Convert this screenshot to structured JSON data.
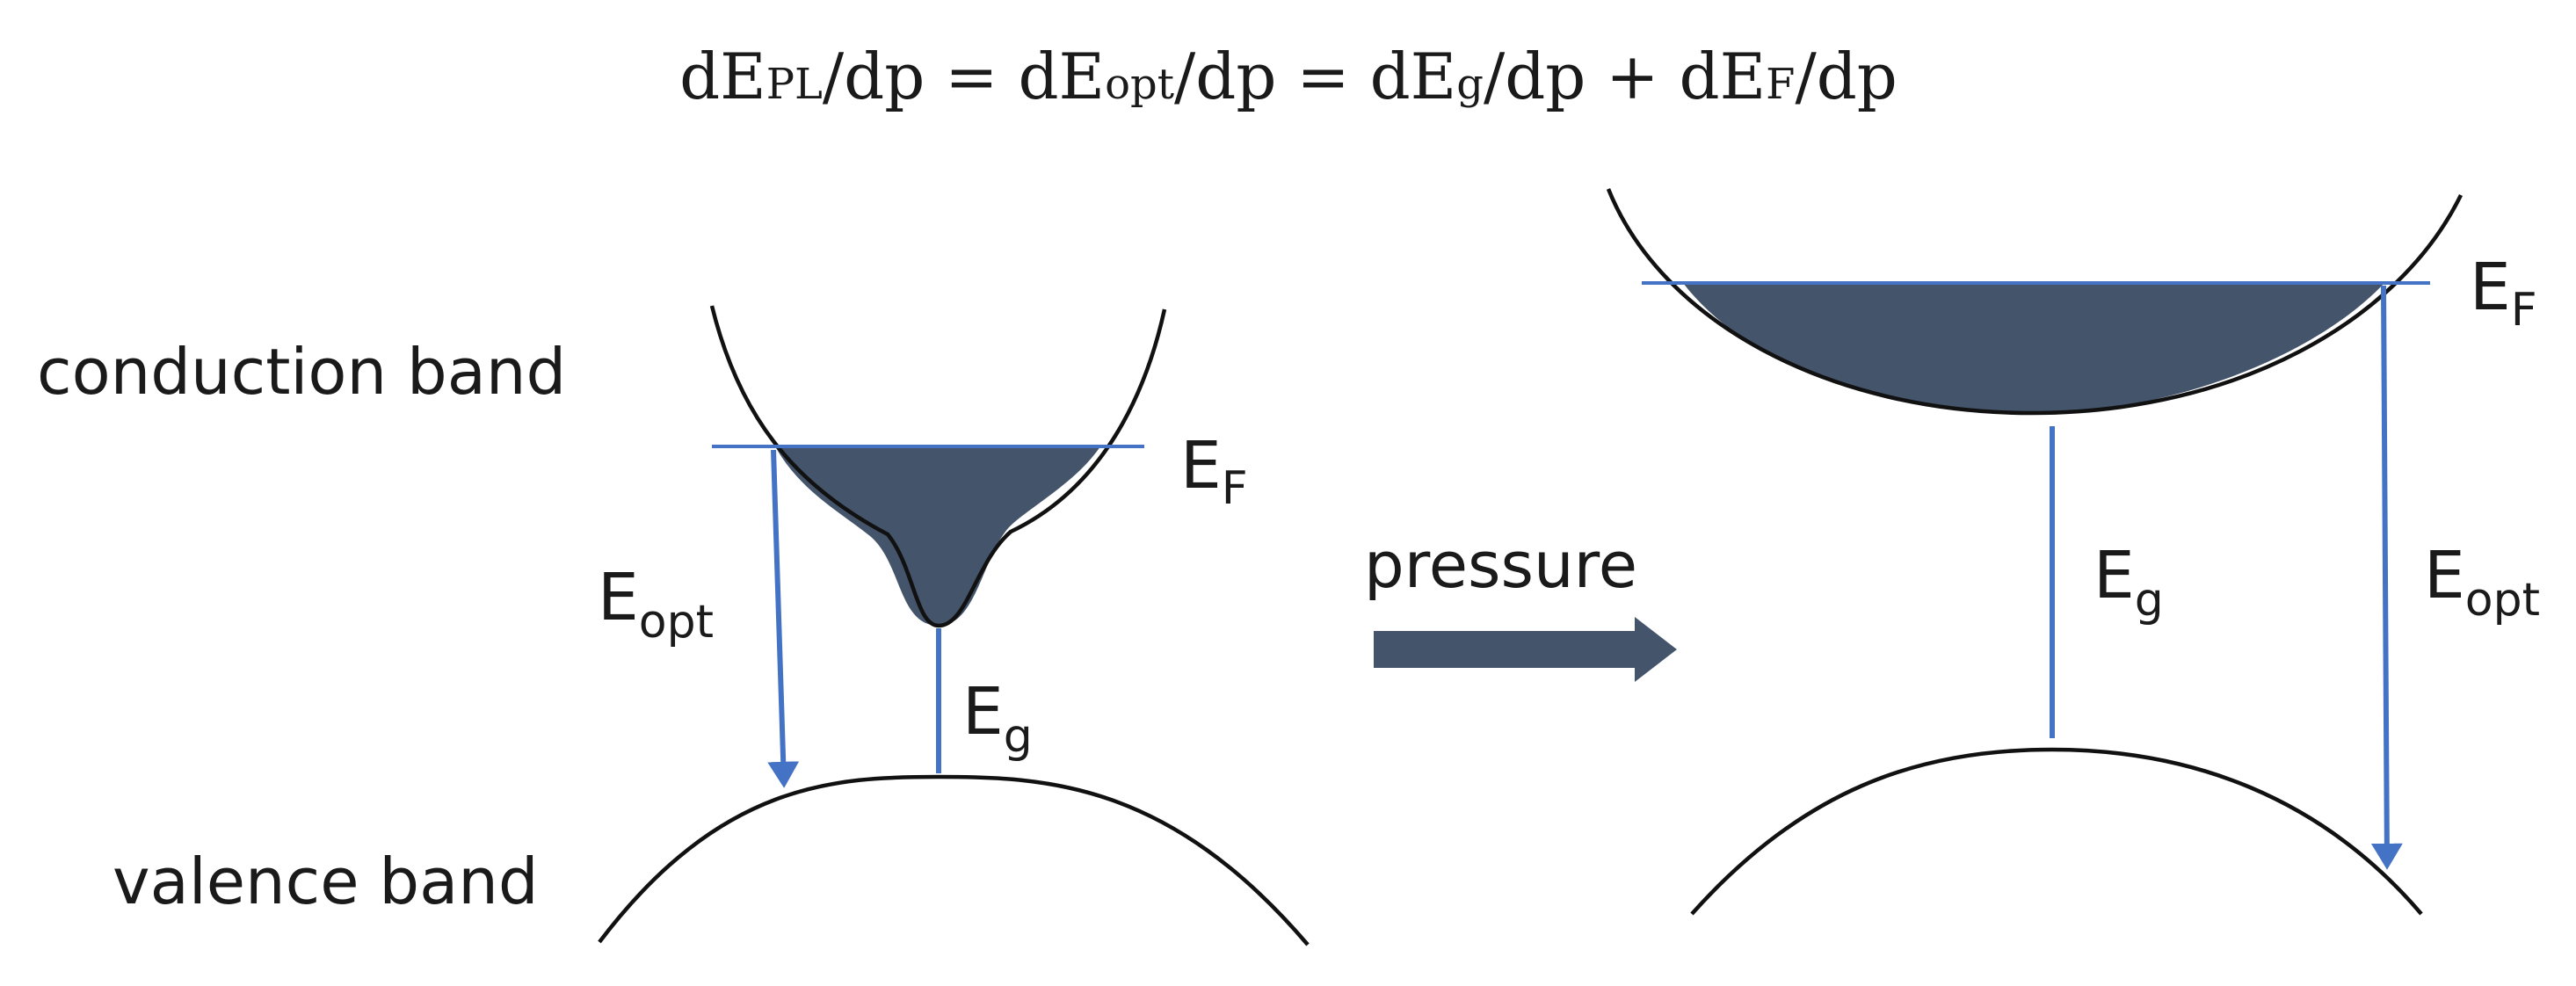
{
  "equation": {
    "t1": "dE",
    "s1": "PL",
    "t2": "/dp = dE",
    "s2": "opt",
    "t3": "/dp = dE",
    "s3": "g",
    "t4": "/dp + dE",
    "s4": "F",
    "t5": "/dp"
  },
  "labels": {
    "conduction_band": "conduction band",
    "valence_band": "valence band",
    "pressure": "pressure"
  },
  "symbols": {
    "E": "E",
    "fermi_sub": "F",
    "optical_sub": "opt",
    "gap_sub": "g"
  },
  "colors": {
    "level_lines": "#4472c4",
    "filled_states": "#44546a",
    "arrow": "#44546a"
  }
}
